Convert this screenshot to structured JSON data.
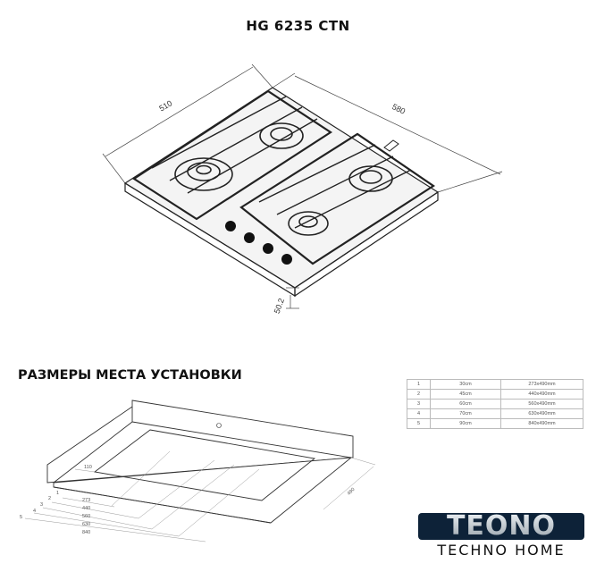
{
  "header": {
    "title": "HG 6235 CTN"
  },
  "hob_drawing": {
    "dim_width": "510",
    "dim_depth": "580",
    "dim_height": "50.2"
  },
  "install": {
    "title": "РАЗМЕРЫ МЕСТА УСТАНОВКИ",
    "dims": {
      "offset": "110",
      "depth": "490",
      "widths": [
        "273",
        "440",
        "560",
        "630",
        "840"
      ],
      "indices": [
        "1",
        "2",
        "3",
        "4",
        "5"
      ]
    },
    "table": [
      {
        "n": "1",
        "size": "30cm",
        "cutout": "273x490mm"
      },
      {
        "n": "2",
        "size": "45cm",
        "cutout": "440x490mm"
      },
      {
        "n": "3",
        "size": "60cm",
        "cutout": "560x490mm"
      },
      {
        "n": "4",
        "size": "70cm",
        "cutout": "630x490mm"
      },
      {
        "n": "5",
        "size": "90cm",
        "cutout": "840x490mm"
      }
    ]
  },
  "logo": {
    "main": "TEONO",
    "sub": "TECHNO HOME"
  },
  "colors": {
    "logo_bg": "#0d2238",
    "line": "#222222"
  }
}
